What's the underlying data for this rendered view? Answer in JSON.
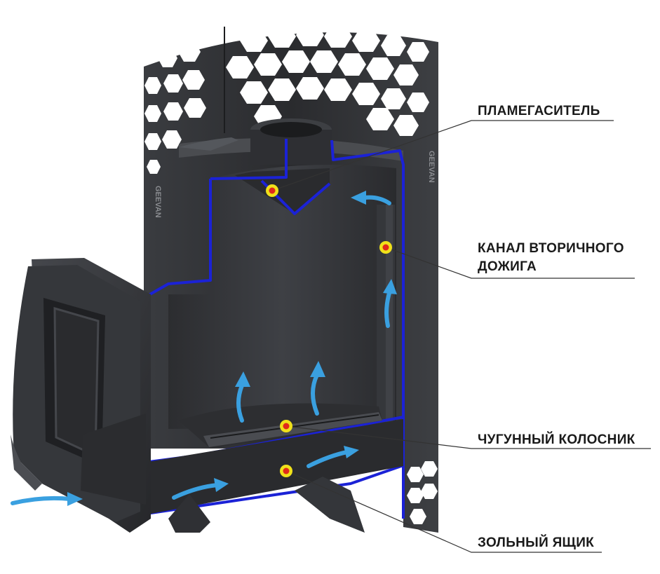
{
  "labels": {
    "flame_arrester": "ПЛАМЕГАСИТЕЛЬ",
    "secondary_channel_line1": "КАНАЛ ВТОРИЧНОГО",
    "secondary_channel_line2": "ДОЖИГА",
    "cast_iron_grate": "ЧУГУННЫЙ КОЛОСНИК",
    "ash_box": "ЗОЛЬНЫЙ ЯЩИК"
  },
  "brand_mark": "GEEVAN",
  "colors": {
    "steel_dark": "#2b2c2f",
    "steel_mid": "#3b3d41",
    "steel_light": "#55585d",
    "section_outline": "#1b22d6",
    "airflow": "#3aa0e0",
    "marker_fill": "#f0e11a",
    "marker_center": "#e02a1a",
    "leader_line": "#333333"
  }
}
